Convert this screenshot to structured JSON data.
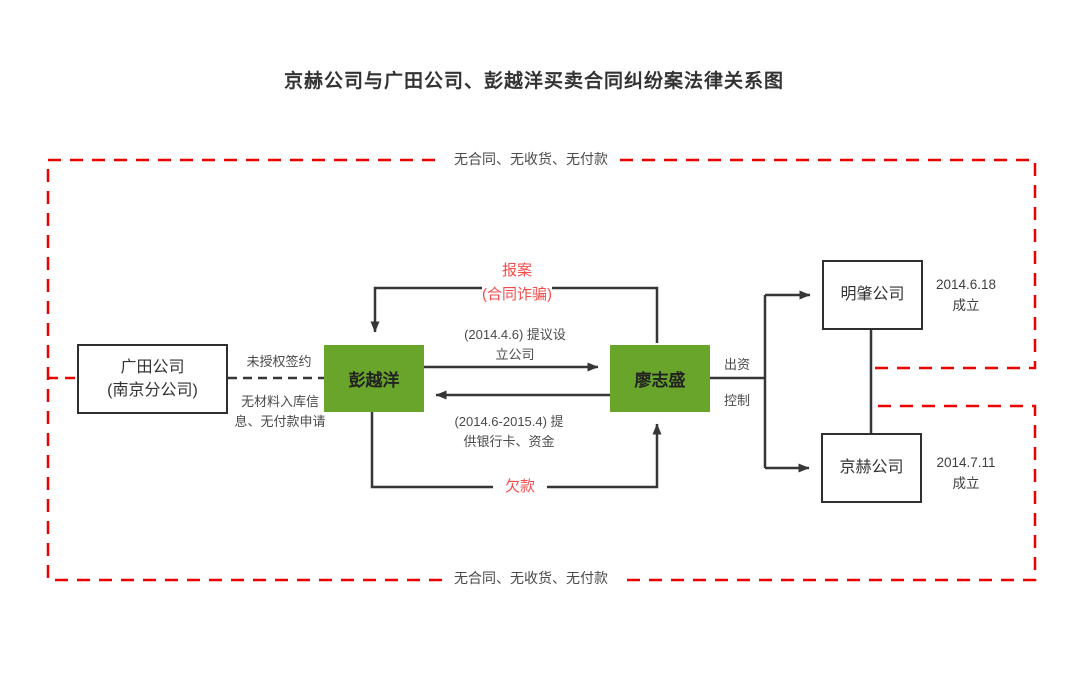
{
  "title": "京赫公司与广田公司、彭越洋买卖合同纠纷案法律关系图",
  "boundary": {
    "top_label": "无合同、无收货、无付款",
    "bottom_label": "无合同、无收货、无付款"
  },
  "nodes": {
    "guangtian": {
      "name": "广田公司",
      "subtitle": "(南京分公司)"
    },
    "peng": {
      "name": "彭越洋"
    },
    "liao": {
      "name": "廖志盛"
    },
    "mingzhao": {
      "name": "明肇公司",
      "note_date": "2014.6.18",
      "note_status": "成立"
    },
    "jinghe": {
      "name": "京赫公司",
      "note_date": "2014.7.11",
      "note_status": "成立"
    }
  },
  "edges": {
    "unauthorized_sign": "未授权签约",
    "no_material": "无材料入库信息、无付款申请",
    "report": "报案",
    "report_detail": "(合同诈骗)",
    "propose": "(2014.4.6) 提议设立公司",
    "provide": "(2014.6-2015.4) 提供银行卡、资金",
    "debt": "欠款",
    "invest": "出资",
    "control": "控制"
  },
  "colors": {
    "green": "#69A52A",
    "red_line": "#EC0000",
    "red_text": "#F74C4C",
    "line": "#363636"
  }
}
